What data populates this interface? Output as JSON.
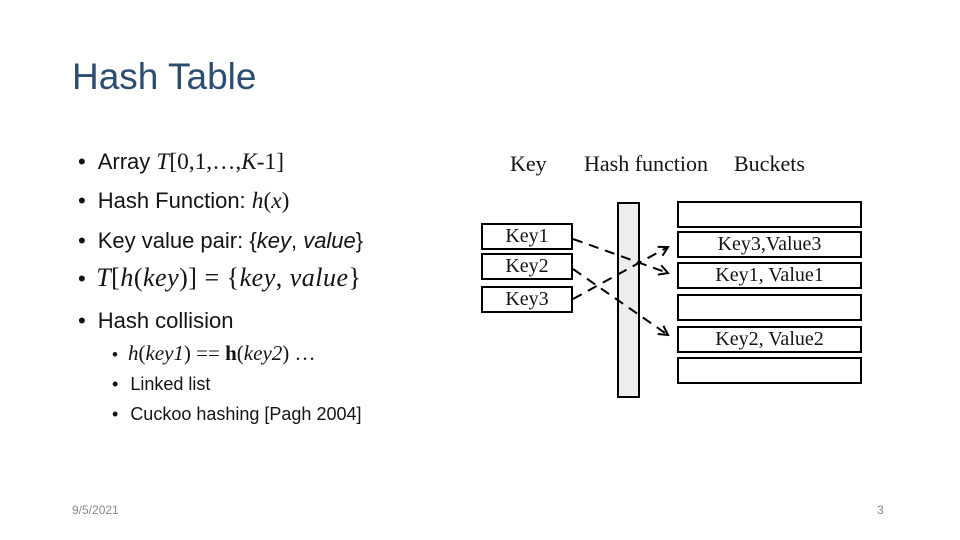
{
  "title": "Hash Table",
  "bullets": {
    "array": {
      "label": "Array ",
      "t": "T",
      "range": "[0,1,…,",
      "k": "K",
      "end": "-1]"
    },
    "hashfn": {
      "label": "Hash Function: ",
      "h": "h",
      "open": "(",
      "x": "x",
      "close": ")"
    },
    "keyval": {
      "label": "Key value pair: ",
      "open": "{",
      "key": "key",
      "sep": ", ",
      "value": "value",
      "close": "}"
    },
    "formula": {
      "t": "T",
      "open": "[",
      "h": "h",
      "p1": "(",
      "key1": "key",
      "p2": ")] = {",
      "key2": "key",
      "sep": ", ",
      "value": "value",
      "close": "}"
    },
    "collision": "Hash collision",
    "sub_collision": {
      "h1": "h",
      "p1": "(",
      "k1": "key1",
      "p2": ") == ",
      "h2": "h",
      "p3": "(",
      "k2": "key2",
      "p4": ") …"
    },
    "sub_linked": "Linked list",
    "sub_cuckoo": "Cuckoo hashing [Pagh 2004]"
  },
  "diagram": {
    "headers": {
      "key": "Key",
      "hash": "Hash function",
      "buckets": "Buckets"
    },
    "keys": [
      "Key1",
      "Key2",
      "Key3"
    ],
    "buckets": [
      "",
      "Key3,Value3",
      "Key1, Value1",
      "",
      "Key2, Value2",
      ""
    ],
    "mappings": [
      {
        "from": "Key1",
        "to": "Key1, Value1"
      },
      {
        "from": "Key2",
        "to": "Key2, Value2"
      },
      {
        "from": "Key3",
        "to": "Key3,Value3"
      }
    ]
  },
  "footer": {
    "date": "9/5/2021",
    "page": "3"
  },
  "colors": {
    "title": "#2c4d6e",
    "text": "#141414",
    "footer": "#898989",
    "bar_fill": "#ededed",
    "stroke": "#000000"
  }
}
